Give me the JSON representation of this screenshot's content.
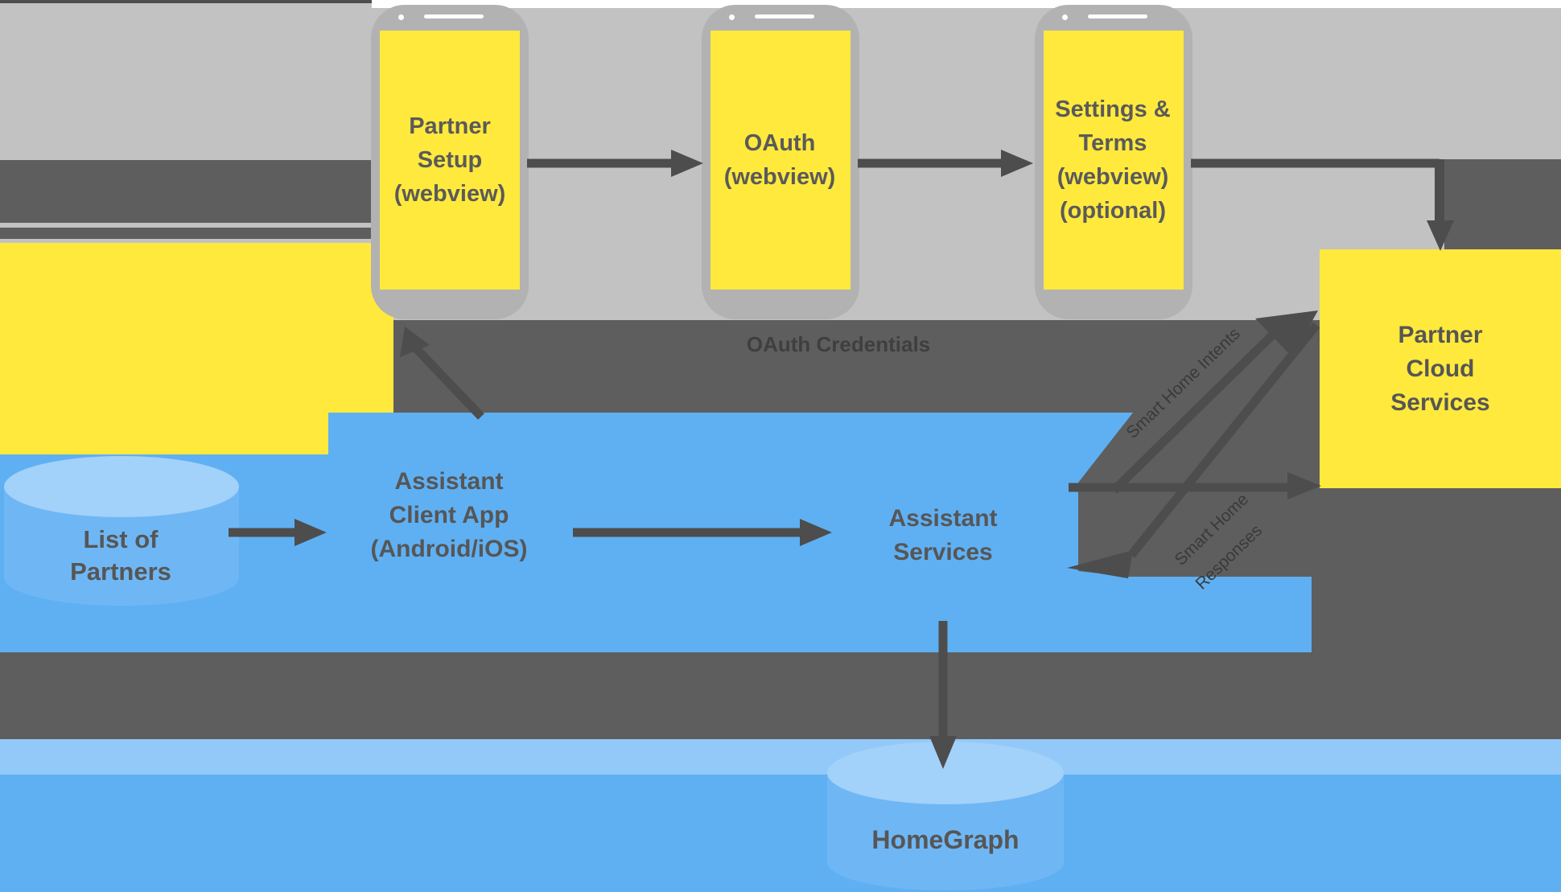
{
  "diagram": {
    "title_hint": "Smart home account linking architecture diagram",
    "phones": [
      {
        "lines": [
          "Partner",
          "Setup",
          "(webview)"
        ]
      },
      {
        "lines": [
          "OAuth",
          "(webview)"
        ]
      },
      {
        "lines": [
          "Settings &",
          "Terms",
          "(webview)",
          "(optional)"
        ]
      }
    ],
    "client_app": {
      "lines": [
        "Assistant",
        "Client App",
        "(Android/iOS)"
      ]
    },
    "assistant_services": {
      "lines": [
        "Assistant",
        "Services"
      ]
    },
    "partner_cloud": {
      "lines": [
        "Partner",
        "Cloud",
        "Services"
      ]
    },
    "list_of_partners": {
      "lines": [
        "List of",
        "Partners"
      ]
    },
    "homegraph": {
      "label": "HomeGraph"
    },
    "edge_labels": {
      "oauth_credentials": "OAuth Credentials",
      "intents": "Smart Home Intents",
      "responses_line1": "Smart Home",
      "responses_line2": "Responses"
    },
    "colors": {
      "background_gray": "#c2c2c2",
      "dark_gray": "#5e5e5e",
      "arrow_gray": "#4d4d4d",
      "yellow": "#ffe93d",
      "blue": "#5fb0f3",
      "light_blue_strip": "#93c9f8",
      "cylinder_body": "#6fb7f4",
      "cylinder_top": "#a2d1fa",
      "text_gray": "#565656"
    }
  }
}
